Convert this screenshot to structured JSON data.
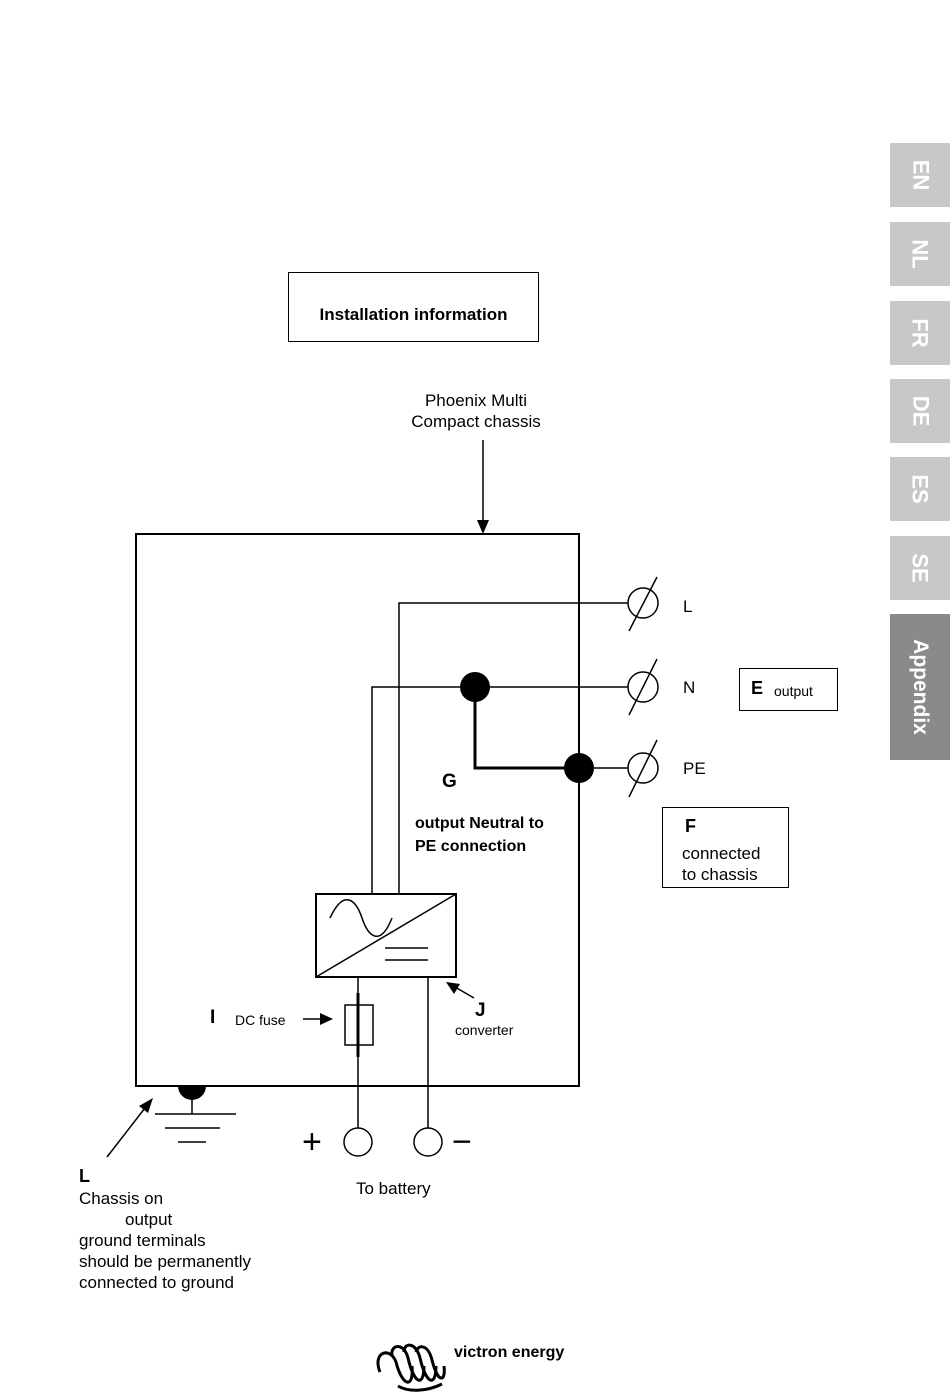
{
  "sidebar": {
    "tabs": [
      {
        "label": "EN"
      },
      {
        "label": "NL"
      },
      {
        "label": "FR"
      },
      {
        "label": "DE"
      },
      {
        "label": "ES"
      },
      {
        "label": "SE"
      },
      {
        "label": "Appendix"
      }
    ],
    "active_tab": "Appendix"
  },
  "title": "Installation information",
  "chassis_label": {
    "line1": "Phoenix Multi",
    "line2": "Compact chassis"
  },
  "terminals": {
    "l": "L",
    "n": "N",
    "pe": "PE"
  },
  "callout_e": {
    "letter": "E",
    "text": "output"
  },
  "callout_f": {
    "letter": "F",
    "line1": "connected",
    "line2": "to chassis"
  },
  "callout_g": {
    "letter": "G",
    "line1": "output Neutral to",
    "line2": "PE connection"
  },
  "callout_i": {
    "letter": "I",
    "text": "DC fuse"
  },
  "callout_j": {
    "letter": "J",
    "text": "converter"
  },
  "battery": {
    "plus": "+",
    "minus": "−",
    "label": "To battery"
  },
  "callout_l": {
    "letter": "L",
    "line1": "Chassis on",
    "line2": "output",
    "line3": "ground terminals",
    "line4": "should be permanently",
    "line5": "connected to ground"
  },
  "brand": {
    "name": "victron energy",
    "logo_icon": "victron-coil-logo-icon"
  },
  "colors": {
    "tab_inactive": "#c8c8c8",
    "tab_active": "#8a8a8a"
  }
}
